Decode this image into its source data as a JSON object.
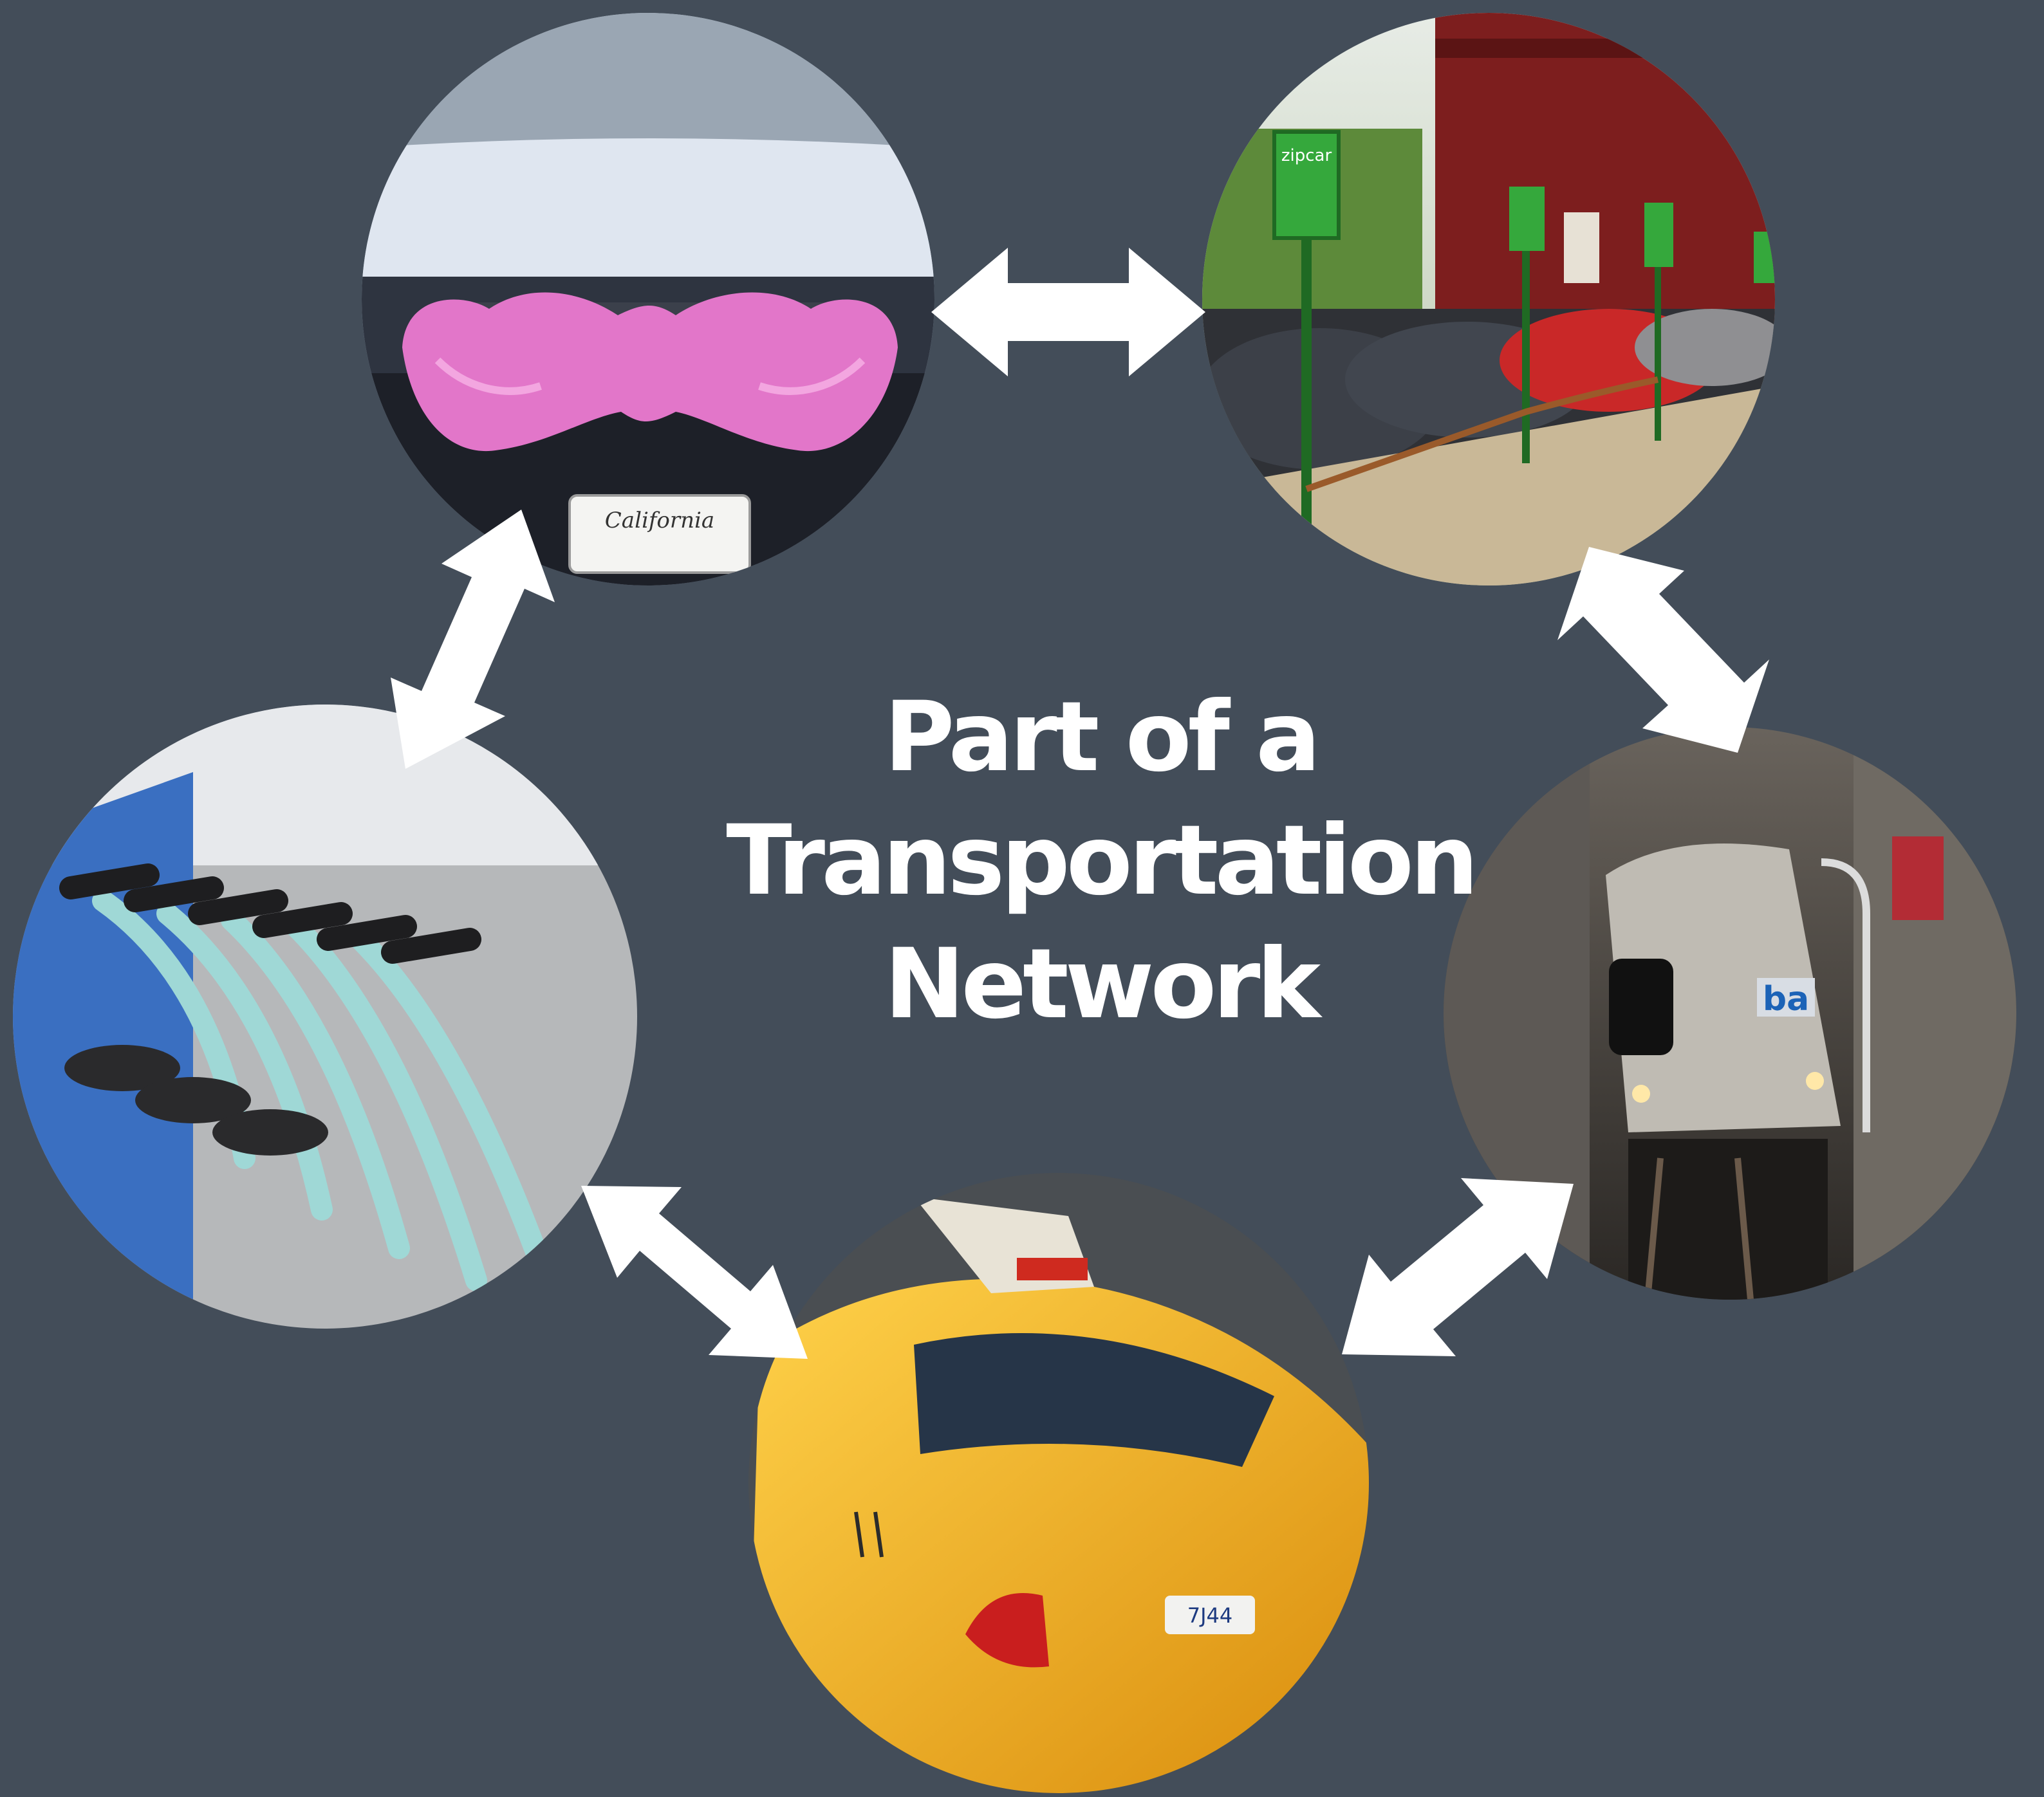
{
  "title": {
    "line1": "Part of a",
    "line2": "Transportation",
    "line3": "Network"
  },
  "nodes": [
    {
      "id": "lyft-car",
      "plate_text": "California"
    },
    {
      "id": "zipcar-lot",
      "sign_text": "zipcar"
    },
    {
      "id": "bart-train",
      "logo_text": "ba"
    },
    {
      "id": "yellow-taxi",
      "plate_text": "7J44"
    },
    {
      "id": "bike-share"
    }
  ],
  "colors": {
    "background": "#434d59",
    "arrows": "#ffffff",
    "title": "#ffffff",
    "mustache": "#e276c9",
    "zipcar_green": "#35a83c",
    "taxi_yellow": "#f2b01e",
    "bike_teal": "#9fd8d6"
  }
}
